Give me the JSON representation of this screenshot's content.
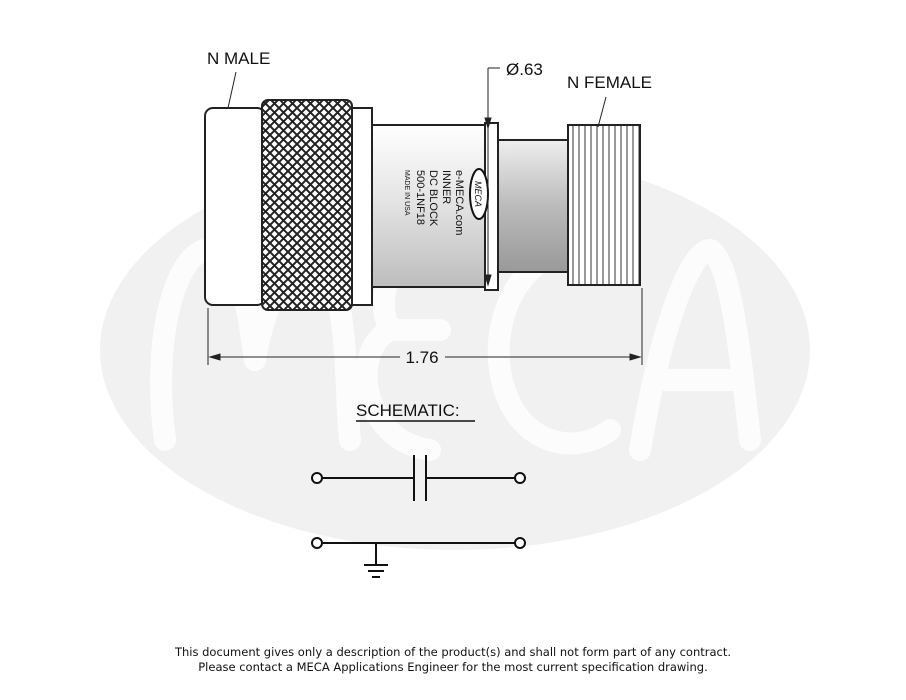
{
  "labels": {
    "male": "N MALE",
    "female": "N FEMALE",
    "diameter": "Ø.63",
    "length": "1.76",
    "schematic": "SCHEMATIC:"
  },
  "body_marking": {
    "logo": "MECA",
    "site": "e-MECA.com",
    "line1": "INNER",
    "line2": "DC BLOCK",
    "part": "500-1NF18",
    "origin": "MADE IN USA"
  },
  "watermark": "MECA",
  "footer": {
    "line1": "This document gives only a description of the product(s) and shall not form part of any contract.",
    "line2": "Please contact a MECA Applications Engineer for the most current specification drawing."
  }
}
